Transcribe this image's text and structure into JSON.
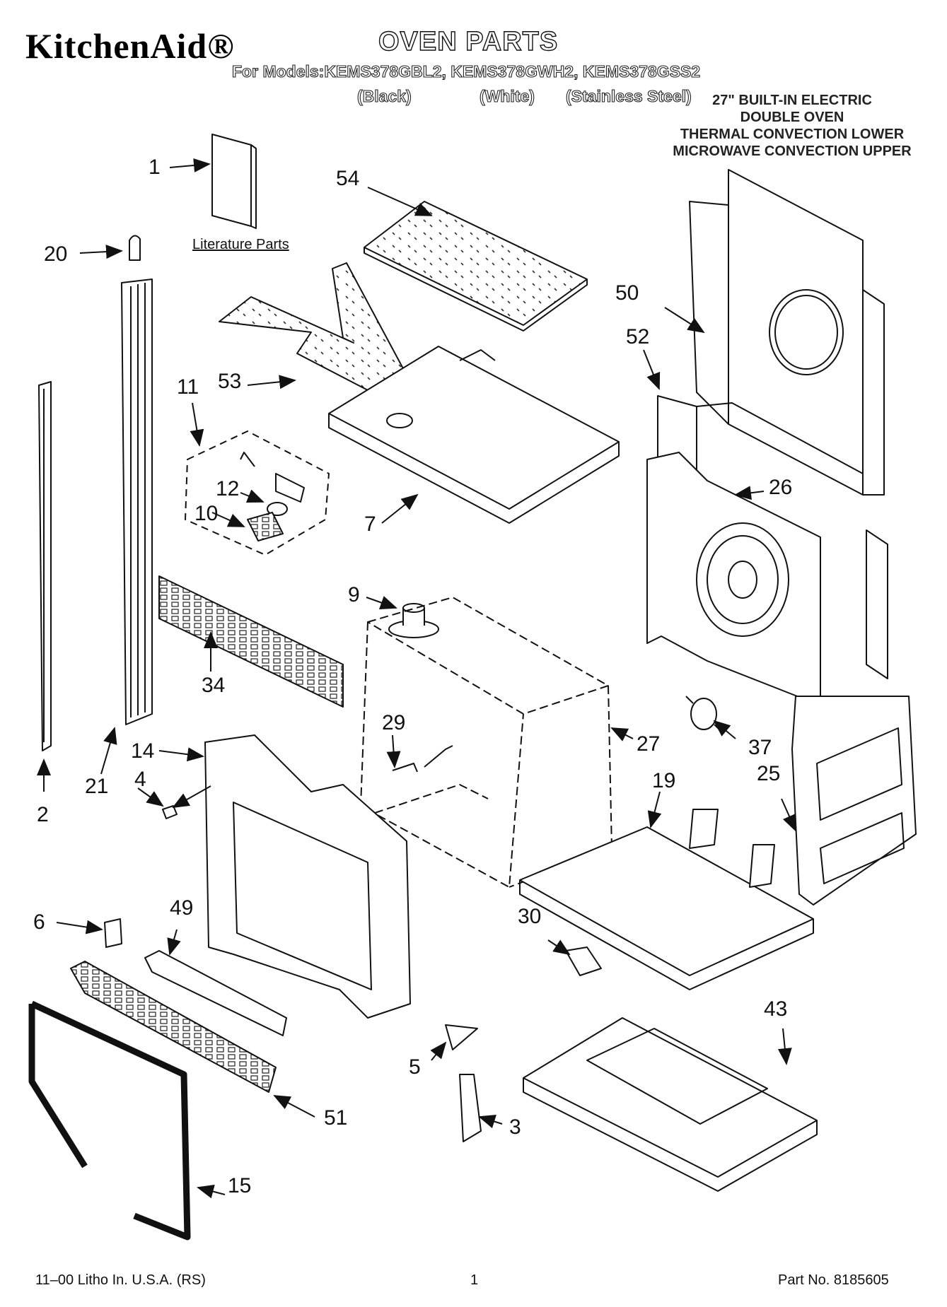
{
  "header": {
    "brand": "KitchenAid®",
    "title": "OVEN PARTS",
    "models_line": "For Models:KEMS378GBL2, KEMS378GWH2, KEMS378GSS2",
    "variants": [
      "(Black)",
      "(White)",
      "(Stainless Steel)"
    ],
    "description": [
      "27\" BUILT-IN ELECTRIC",
      "DOUBLE OVEN",
      "THERMAL CONVECTION LOWER",
      "MICROWAVE CONVECTION UPPER"
    ]
  },
  "literature_label": "Literature Parts",
  "callouts": [
    "1",
    "20",
    "54",
    "50",
    "52",
    "53",
    "11",
    "12",
    "10",
    "7",
    "26",
    "9",
    "34",
    "29",
    "27",
    "37",
    "14",
    "21",
    "4",
    "2",
    "19",
    "25",
    "6",
    "49",
    "30",
    "43",
    "5",
    "51",
    "3",
    "15"
  ],
  "footer": {
    "left": "11–00 Litho In. U.S.A. (RS)",
    "page": "1",
    "part_no": "Part No. 8185605"
  }
}
